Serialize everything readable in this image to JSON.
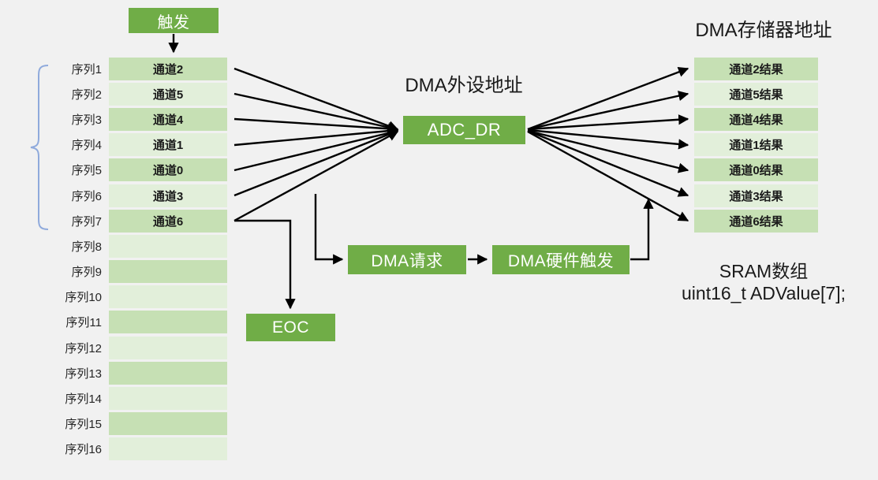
{
  "trigger": "触发",
  "peripheral_address_title": "DMA外设地址",
  "memory_address_title": "DMA存储器地址",
  "adc_dr": "ADC_DR",
  "dma_request": "DMA请求",
  "dma_hw_trigger": "DMA硬件触发",
  "eoc": "EOC",
  "sram_line1": "SRAM数组",
  "sram_line2": "uint16_t ADValue[7];",
  "sequences": [
    {
      "label": "序列1",
      "channel": "通道2"
    },
    {
      "label": "序列2",
      "channel": "通道5"
    },
    {
      "label": "序列3",
      "channel": "通道4"
    },
    {
      "label": "序列4",
      "channel": "通道1"
    },
    {
      "label": "序列5",
      "channel": "通道0"
    },
    {
      "label": "序列6",
      "channel": "通道3"
    },
    {
      "label": "序列7",
      "channel": "通道6"
    },
    {
      "label": "序列8",
      "channel": ""
    },
    {
      "label": "序列9",
      "channel": ""
    },
    {
      "label": "序列10",
      "channel": ""
    },
    {
      "label": "序列11",
      "channel": ""
    },
    {
      "label": "序列12",
      "channel": ""
    },
    {
      "label": "序列13",
      "channel": ""
    },
    {
      "label": "序列14",
      "channel": ""
    },
    {
      "label": "序列15",
      "channel": ""
    },
    {
      "label": "序列16",
      "channel": ""
    }
  ],
  "results": [
    "通道2结果",
    "通道5结果",
    "通道4结果",
    "通道1结果",
    "通道0结果",
    "通道3结果",
    "通道6结果"
  ],
  "colors": {
    "action_green": "#70ad47",
    "row_green_dark": "#c6e0b4",
    "row_green_light": "#e2efda",
    "background": "#f1f1f1",
    "bracket_blue": "#8faadc",
    "arrow_black": "#000000"
  }
}
